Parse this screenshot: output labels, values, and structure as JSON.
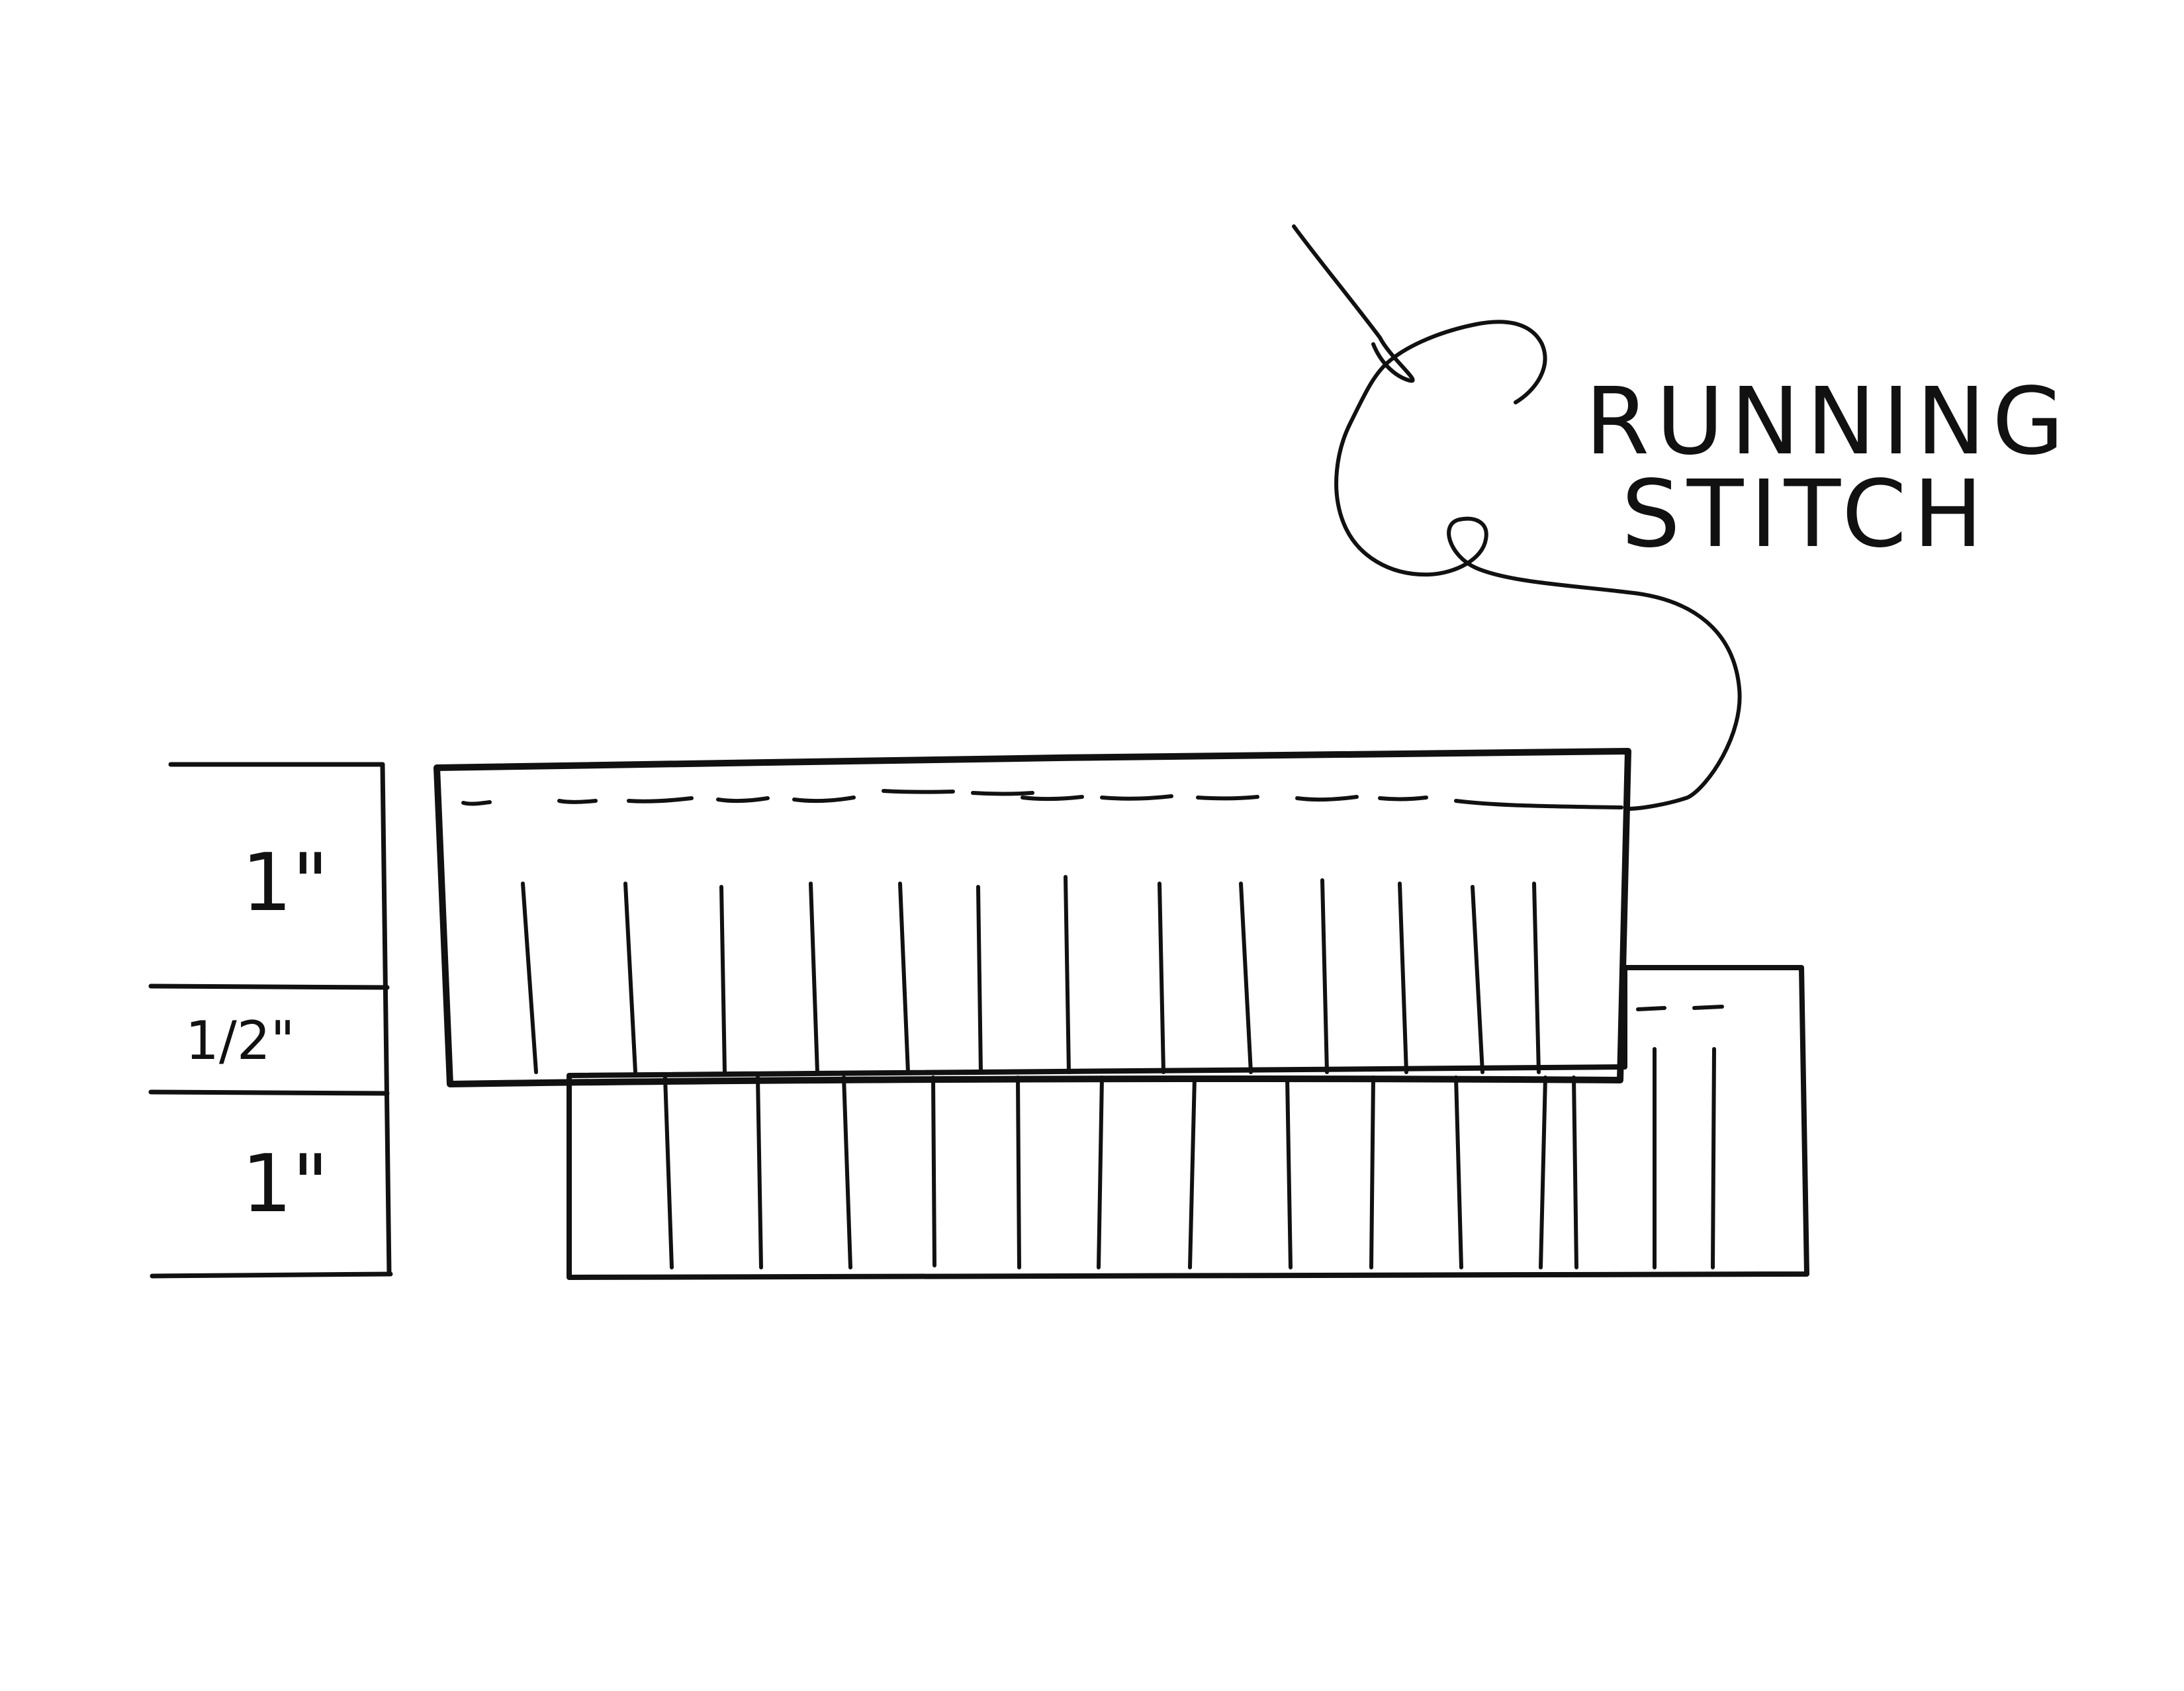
{
  "label": {
    "line1": "RUNNING",
    "line2": "STITCH"
  },
  "measurements": [
    {
      "text": "1\"",
      "inches": 1
    },
    {
      "text": "1/2\"",
      "inches": 0.5
    },
    {
      "text": "1\"",
      "inches": 1
    }
  ],
  "colors": {
    "outline": "#111111",
    "front_fringe": "#e51017",
    "back_fringe": "#ff6eae",
    "background": "#ffffff"
  }
}
